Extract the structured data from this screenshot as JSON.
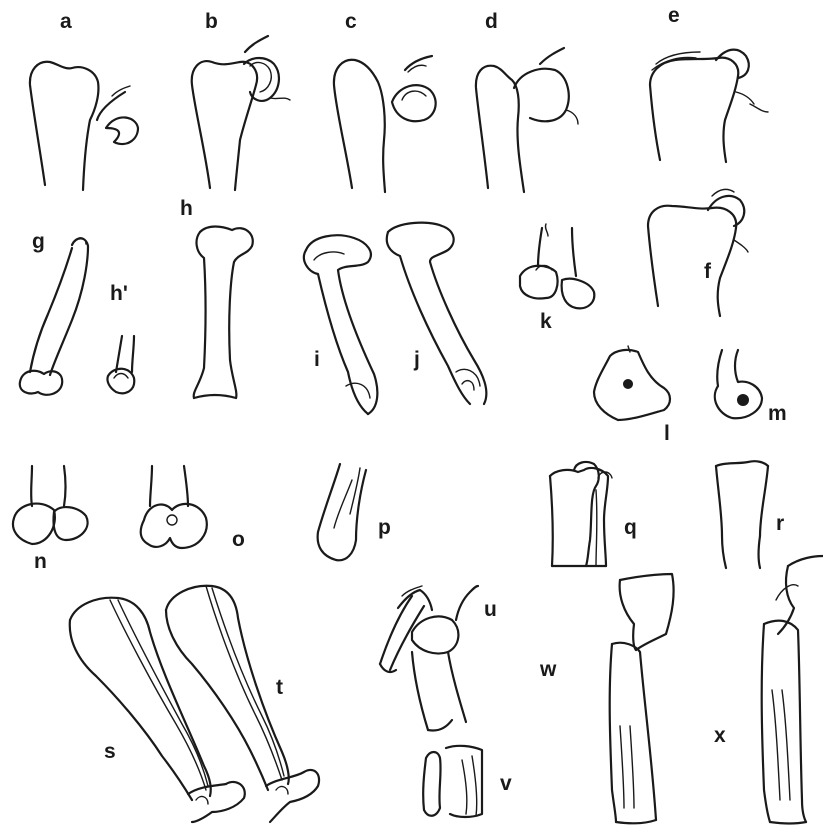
{
  "labels": {
    "a": "a",
    "b": "b",
    "c": "c",
    "d": "d",
    "e": "e",
    "f": "f",
    "g": "g",
    "h": "h",
    "h_prime": "h'",
    "i": "i",
    "j": "j",
    "k": "k",
    "l": "l",
    "m": "m",
    "n": "n",
    "o": "o",
    "p": "p",
    "q": "q",
    "r": "r",
    "s": "s",
    "t": "t",
    "u": "u",
    "v": "v",
    "w": "w",
    "x": "x"
  },
  "colors": {
    "ink": "#1a1a1a",
    "background": "#ffffff"
  }
}
